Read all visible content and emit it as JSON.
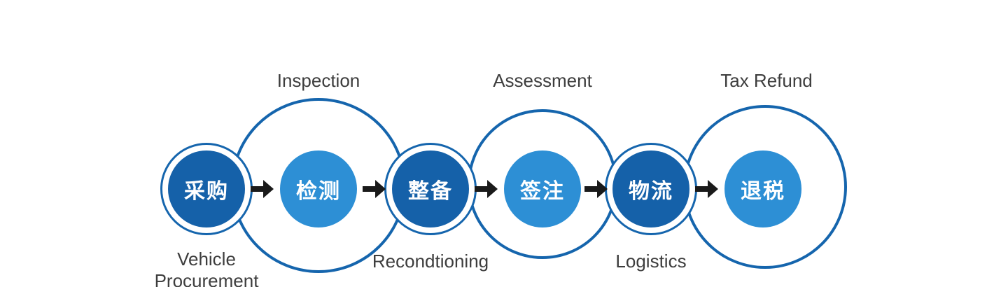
{
  "diagram": {
    "type": "process-flow",
    "description": "Used vehicle export process flow with six stages",
    "stages": [
      {
        "zh": "采购",
        "en": "Vehicle Procurement",
        "en_position": "below",
        "style": "dark",
        "has_small_ring": true,
        "has_large_ring": false
      },
      {
        "zh": "检测",
        "en": "Inspection",
        "en_position": "above",
        "style": "light",
        "has_small_ring": false,
        "has_large_ring": true
      },
      {
        "zh": "整备",
        "en": "Recondtioning",
        "en_position": "below",
        "style": "dark",
        "has_small_ring": true,
        "has_large_ring": false
      },
      {
        "zh": "签注",
        "en": "Assessment",
        "en_position": "above",
        "style": "light",
        "has_small_ring": false,
        "has_large_ring": true
      },
      {
        "zh": "物流",
        "en": "Logistics",
        "en_position": "below",
        "style": "dark",
        "has_small_ring": true,
        "has_large_ring": false
      },
      {
        "zh": "退税",
        "en": "Tax Refund",
        "en_position": "above",
        "style": "light",
        "has_small_ring": false,
        "has_large_ring": true
      }
    ],
    "arrow_count": 5,
    "colors": {
      "dark_blue": "#1561a9",
      "light_blue": "#2d8fd5",
      "ring_stroke": "#1565ad",
      "arrow": "#1a1a1a",
      "label_text": "#3d3d3d",
      "background": "#ffffff",
      "circle_text": "#ffffff"
    }
  }
}
